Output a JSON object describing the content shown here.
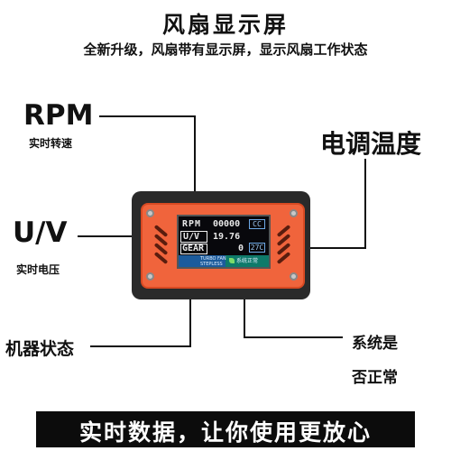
{
  "header": {
    "title": "风扇显示屏",
    "subtitle": "全新升级，风扇带有显示屏，显示风扇工作状态"
  },
  "callouts": {
    "rpm": {
      "label": "RPM",
      "caption": "实时转速"
    },
    "voltage": {
      "label": "U/V",
      "caption": "实时电压"
    },
    "temp": {
      "label": "电调温度"
    },
    "machine_status": {
      "label": "机器状态"
    },
    "system": {
      "line1": "系统是",
      "line2": "否正常"
    }
  },
  "screen": {
    "rpm_label": "RPM",
    "rpm_value": "00000",
    "voltage_label": "U/V",
    "voltage_value": "19.76",
    "gear_label": "GEAR",
    "gear_value": "0",
    "temp_value": "27C",
    "cc_tag": "CC",
    "mode_line1": "TURBO FAN",
    "mode_line2": "STEPLESS",
    "system_status": "系统正常"
  },
  "footer": {
    "banner": "实时数据，让你使用更放心"
  },
  "colors": {
    "plate": "#f0643c",
    "screen_accent": "#6ea9e6",
    "banner_bg": "#0c0c0c"
  }
}
